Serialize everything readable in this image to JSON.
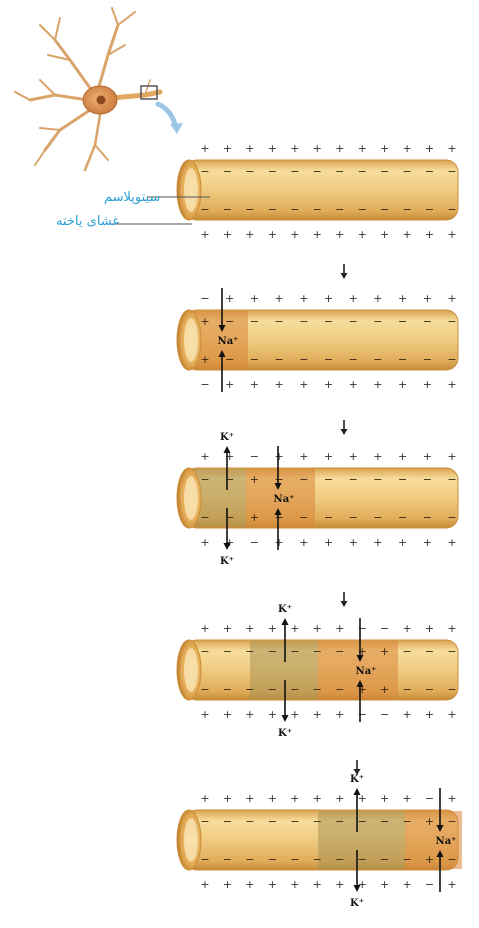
{
  "labels": {
    "cytoplasm": "سیتوپلاسم",
    "membrane": "غشای یاخته"
  },
  "ions": {
    "sodium": "Na⁺",
    "potassium": "K⁺"
  },
  "signs": {
    "plus": "+",
    "minus": "−"
  },
  "colors": {
    "axon_light": "#f2cf86",
    "axon_mid": "#e8b560",
    "axon_dark": "#c98e3a",
    "depolarized": "#d9863a",
    "repolarized": "#a99456",
    "label_blue": "#2a9fd6",
    "arrow": "#111111"
  },
  "icons": [
    "neuron-icon",
    "zoom-arrow-icon",
    "down-arrow-icon",
    "ion-arrow-icon"
  ]
}
